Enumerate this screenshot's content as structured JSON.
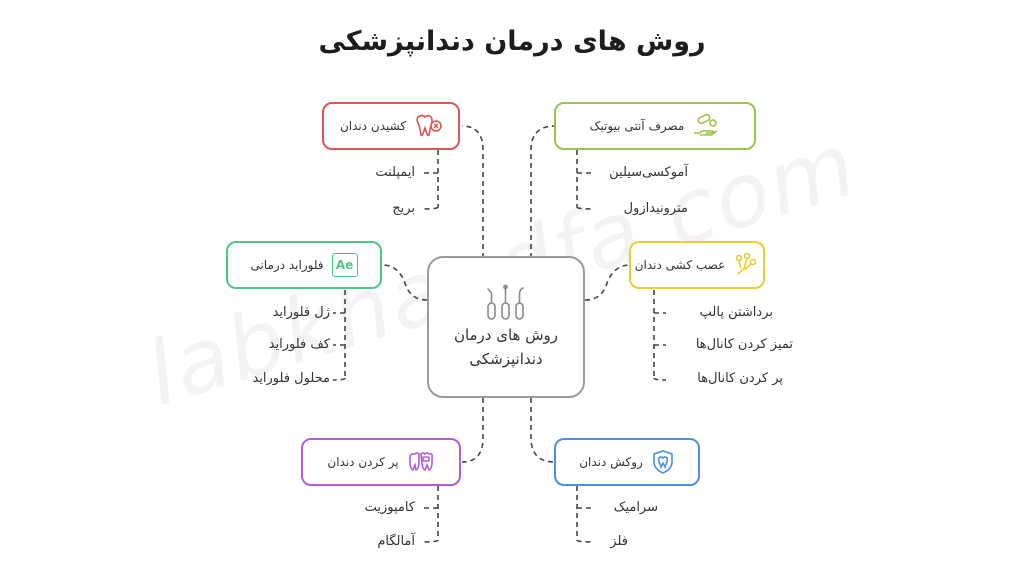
{
  "title": "روش های درمان دندانپزشکی",
  "center": {
    "label": "روش های درمان دندانپزشکی",
    "icon": "dental-tools-icon"
  },
  "watermark": "labkhandfa.com",
  "branches": {
    "extraction": {
      "label": "کشیدن دندان",
      "color": "#e05555",
      "icon": "tooth-x-icon",
      "items": [
        "ایمپلنت",
        "بریج"
      ]
    },
    "antibiotics": {
      "label": "مصرف آنتی بیوتیک",
      "color": "#9bc34a",
      "icon": "pills-hand-icon",
      "items": [
        "آموکسی‌سیلین",
        "مترونیدازول"
      ]
    },
    "fluoride": {
      "label": "فلوراید درمانی",
      "color": "#4ec48a",
      "icon": "ae-icon",
      "icon_text": "Ae",
      "items": [
        "ژل فلوراید",
        "کف فلوراید",
        "محلول فلوراید"
      ]
    },
    "root_canal": {
      "label": "عصب کشی دندان",
      "color": "#e6cf33",
      "icon": "root-canal-icon",
      "items": [
        "برداشتن پالپ",
        "تمیز کردن کانال‌ها",
        "پر کردن کانال‌ها"
      ]
    },
    "filling": {
      "label": "پر کردن دندان",
      "color": "#b35cd6",
      "icon": "teeth-filling-icon",
      "items": [
        "کامپوزیت",
        "آمالگام"
      ]
    },
    "crown": {
      "label": "روکش دندان",
      "color": "#4e8fe0",
      "icon": "tooth-shield-icon",
      "items": [
        "سرامیک",
        "فلز"
      ]
    }
  }
}
